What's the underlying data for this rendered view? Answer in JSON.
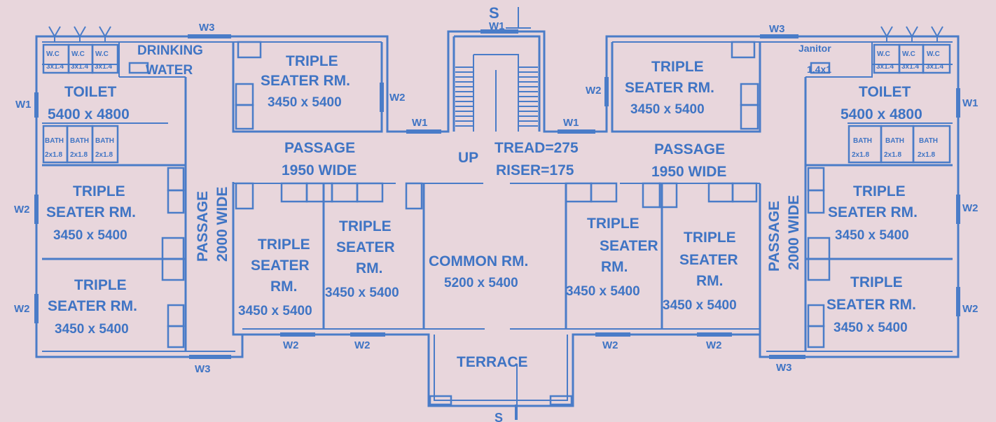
{
  "section_top": "S",
  "section_bottom": "S",
  "drinking_water": [
    "DRINKING",
    "WATER"
  ],
  "janitor": [
    "Janitor",
    "1.4x1"
  ],
  "wc": "W.C",
  "wc_size": "3x1.4",
  "bath": "BATH",
  "bath_size": "2x1.8",
  "toilet": {
    "name": "TOILET",
    "size": "5400 x 4800"
  },
  "triple_seater": [
    "TRIPLE",
    "SEATER RM."
  ],
  "triple_split": [
    "TRIPLE",
    "SEATER",
    "RM."
  ],
  "room_size": "3450 x 5400",
  "passage_h": [
    "PASSAGE",
    "1950 WIDE"
  ],
  "passage_v": [
    "PASSAGE",
    "2000 WIDE"
  ],
  "stair": {
    "up": "UP",
    "tread": "TREAD=275",
    "riser": "RISER=175"
  },
  "common": {
    "name": "COMMON  RM.",
    "size": "5200 x 5400"
  },
  "terrace": "TERRACE",
  "windows": {
    "w1": "W1",
    "w2": "W2",
    "w3": "W3"
  }
}
